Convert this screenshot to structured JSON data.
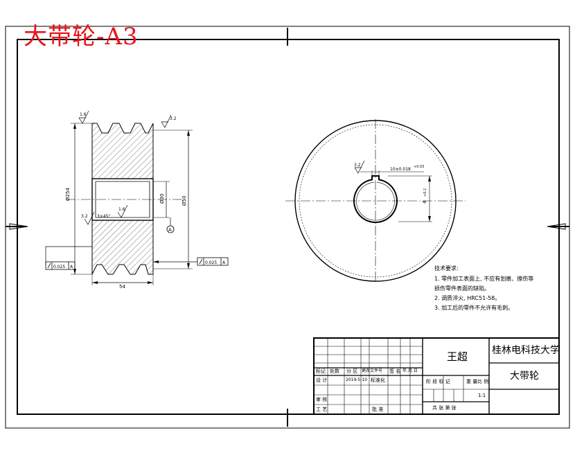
{
  "title": "大带轮-A3",
  "colors": {
    "title": "#e8151b",
    "line": "#000000",
    "hatch": "#444444"
  },
  "dims": {
    "outer_dia": "Ø254",
    "bore_dia": "Ø30",
    "hub": "Ø50",
    "width": "54",
    "chamfer": "3×45°",
    "keyway_width": "10±0.018",
    "keyway_tol": "+0.03",
    "keyway_depth": "4",
    "keyway_depth_tol": "+0.2"
  },
  "roughness": {
    "r1": "1.6",
    "r2": "3.2",
    "r3": "3.2",
    "r4": "1.6",
    "r5": "3.2"
  },
  "tolerance": {
    "runout_value": "0.025",
    "runout_datum": "A",
    "runout2_value": "0.025",
    "runout2_datum": "A",
    "datum": "A"
  },
  "tech_req": {
    "title": "技术要求:",
    "line1": "1. 零件加工表面上, 不应有划痕、擦伤等",
    "line2": "损伤零件表面的缺陷。",
    "line3": "2. 调质淬火, HRC51-58。",
    "line4": "3. 加工后的零件不允许有毛刺。"
  },
  "title_block": {
    "designer": "王超",
    "school": "桂林电科技大学",
    "part": "大带轮",
    "h_mark": "标记",
    "h_count": "处数",
    "h_zone": "分 区",
    "h_doc": "更改文件号",
    "h_sign": "签 名",
    "h_date": "年.月.日",
    "r_design": "设 计",
    "date": "2019-5-10",
    "r_std": "标准化",
    "r_stage": "阶 段 标 记",
    "r_weight": "重 量",
    "r_scale": "比 例",
    "scale": "1:1",
    "r_check": "审 核",
    "r_craft": "工 艺",
    "r_approve": "批 准",
    "sheets": "共    张    第    张"
  }
}
